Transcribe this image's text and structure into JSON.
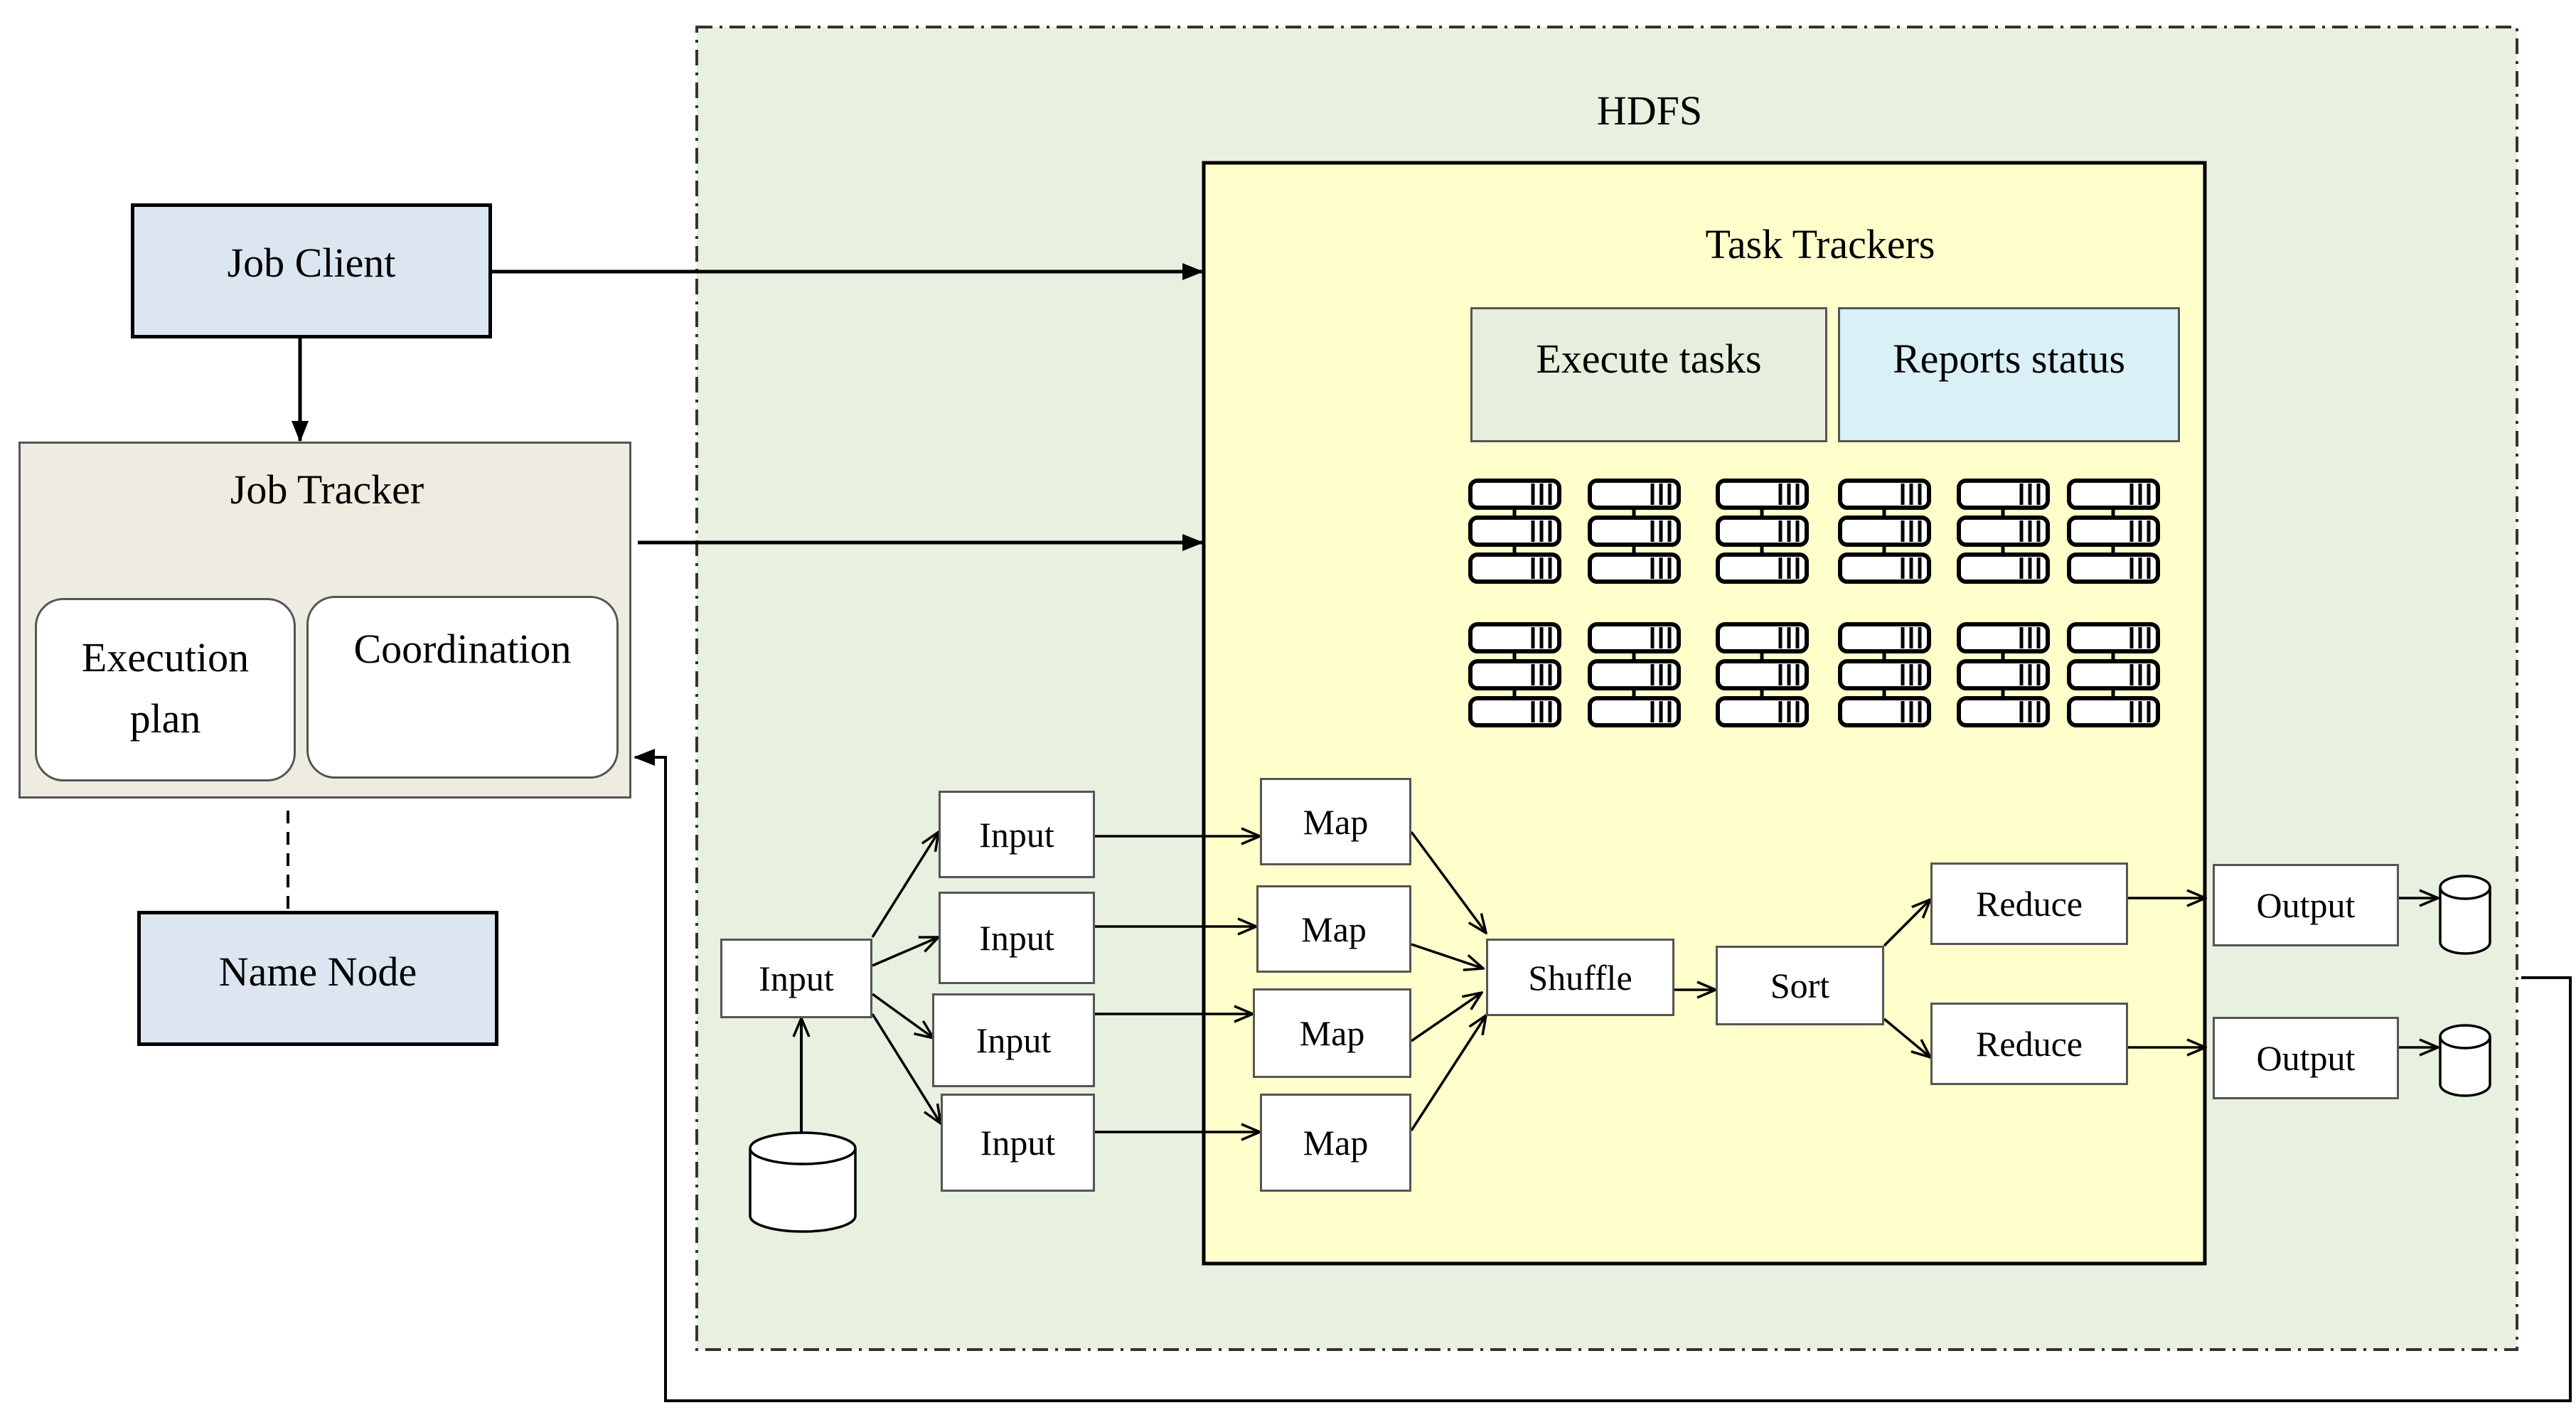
{
  "hdfs": {
    "label": "HDFS",
    "bg_color": "#e8f0df"
  },
  "task_trackers": {
    "label": "Task Trackers",
    "bg_color": "#ffffcc",
    "execute_tasks": "Execute tasks",
    "reports_status": "Reports status",
    "execute_color": "#e6efdd",
    "reports_color": "#d9f0f7",
    "server_icon": "server-rack-icon",
    "server_count": 12
  },
  "job_client": {
    "label": "Job Client",
    "color": "#dce6f1"
  },
  "job_tracker": {
    "label": "Job Tracker",
    "color": "#eeece1",
    "execution_plan": "Execution\nplan",
    "coordination": "Coordination"
  },
  "name_node": {
    "label": "Name Node",
    "color": "#dce6f1"
  },
  "pipeline": {
    "source_input": "Input",
    "inputs": [
      "Input",
      "Input",
      "Input",
      "Input"
    ],
    "maps": [
      "Map",
      "Map",
      "Map",
      "Map"
    ],
    "shuffle": "Shuffle",
    "sort": "Sort",
    "reduces": [
      "Reduce",
      "Reduce"
    ],
    "outputs": [
      "Output",
      "Output"
    ],
    "database_icon": "database-icon"
  }
}
